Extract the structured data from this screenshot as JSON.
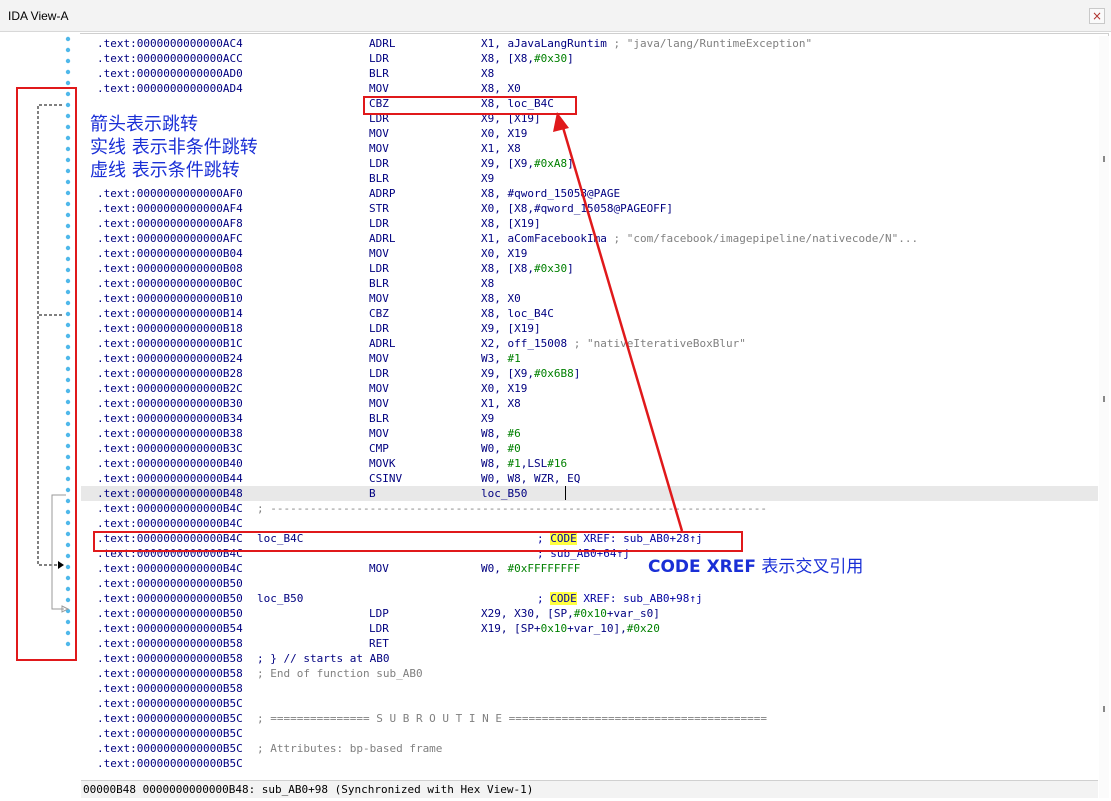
{
  "window": {
    "title": "IDA View-A",
    "close_glyph": "×"
  },
  "annotations": {
    "legend_line1": "箭头表示跳转",
    "legend_line2": "实线 表示非条件跳转",
    "legend_line3": "虚线 表示条件跳转",
    "xref_bold": "CODE XREF",
    "xref_rest": " 表示交叉引用",
    "accent_color": "#e0191b",
    "text_color": "#1a2fd6"
  },
  "listing": {
    "rows": [
      {
        "addr": ".text:0000000000000AC4",
        "mn": "ADRL",
        "op": "X1, aJavaLangRuntim",
        "cm": " ; \"java/lang/RuntimeException\""
      },
      {
        "addr": ".text:0000000000000ACC",
        "mn": "LDR",
        "op": "X8, [X8,#0x30]"
      },
      {
        "addr": ".text:0000000000000AD0",
        "mn": "BLR",
        "op": "X8"
      },
      {
        "addr": ".text:0000000000000AD4",
        "mn": "MOV",
        "op": "X8, X0"
      },
      {
        "addr": "",
        "mn": "CBZ",
        "op": "X8, loc_B4C"
      },
      {
        "addr": "",
        "mn": "LDR",
        "op": "X9, [X19]"
      },
      {
        "addr": "",
        "mn": "MOV",
        "op": "X0, X19"
      },
      {
        "addr": "",
        "mn": "MOV",
        "op": "X1, X8"
      },
      {
        "addr": "",
        "mn": "LDR",
        "op": "X9, [X9,#0xA8]"
      },
      {
        "addr": "",
        "mn": "BLR",
        "op": "X9"
      },
      {
        "addr": ".text:0000000000000AF0",
        "mn": "ADRP",
        "op": "X8, #qword_15058@PAGE"
      },
      {
        "addr": ".text:0000000000000AF4",
        "mn": "STR",
        "op": "X0, [X8,#qword_15058@PAGEOFF]"
      },
      {
        "addr": ".text:0000000000000AF8",
        "mn": "LDR",
        "op": "X8, [X19]"
      },
      {
        "addr": ".text:0000000000000AFC",
        "mn": "ADRL",
        "op": "X1, aComFacebookIma",
        "cm": " ; \"com/facebook/imagepipeline/nativecode/N\"..."
      },
      {
        "addr": ".text:0000000000000B04",
        "mn": "MOV",
        "op": "X0, X19"
      },
      {
        "addr": ".text:0000000000000B08",
        "mn": "LDR",
        "op": "X8, [X8,#0x30]"
      },
      {
        "addr": ".text:0000000000000B0C",
        "mn": "BLR",
        "op": "X8"
      },
      {
        "addr": ".text:0000000000000B10",
        "mn": "MOV",
        "op": "X8, X0"
      },
      {
        "addr": ".text:0000000000000B14",
        "mn": "CBZ",
        "op": "X8, loc_B4C"
      },
      {
        "addr": ".text:0000000000000B18",
        "mn": "LDR",
        "op": "X9, [X19]"
      },
      {
        "addr": ".text:0000000000000B1C",
        "mn": "ADRL",
        "op": "X2, off_15008",
        "cm": " ; \"nativeIterativeBoxBlur\""
      },
      {
        "addr": ".text:0000000000000B24",
        "mn": "MOV",
        "op": "W3, #1"
      },
      {
        "addr": ".text:0000000000000B28",
        "mn": "LDR",
        "op": "X9, [X9,#0x6B8]"
      },
      {
        "addr": ".text:0000000000000B2C",
        "mn": "MOV",
        "op": "X0, X19"
      },
      {
        "addr": ".text:0000000000000B30",
        "mn": "MOV",
        "op": "X1, X8"
      },
      {
        "addr": ".text:0000000000000B34",
        "mn": "BLR",
        "op": "X9"
      },
      {
        "addr": ".text:0000000000000B38",
        "mn": "MOV",
        "op": "W8, #6"
      },
      {
        "addr": ".text:0000000000000B3C",
        "mn": "CMP",
        "op": "W0, #0"
      },
      {
        "addr": ".text:0000000000000B40",
        "mn": "MOVK",
        "op": "W8, #1,LSL#16"
      },
      {
        "addr": ".text:0000000000000B44",
        "mn": "CSINV",
        "op": "W0, W8, WZR, EQ"
      },
      {
        "addr": ".text:0000000000000B48",
        "mn": "B",
        "op": "loc_B50",
        "hl": true
      },
      {
        "addr": ".text:0000000000000B4C",
        "sep": "; ---------------------------------------------------------------------------"
      },
      {
        "addr": ".text:0000000000000B4C"
      },
      {
        "addr": ".text:0000000000000B4C",
        "label": "loc_B4C",
        "xref": "; CODE XREF: sub_AB0+28↑j"
      },
      {
        "addr": ".text:0000000000000B4C",
        "xref2": "; sub_AB0+64↑j"
      },
      {
        "addr": ".text:0000000000000B4C",
        "mn": "MOV",
        "op": "W0, #0xFFFFFFFF"
      },
      {
        "addr": ".text:0000000000000B50"
      },
      {
        "addr": ".text:0000000000000B50",
        "label": "loc_B50",
        "xref": "; CODE XREF: sub_AB0+98↑j"
      },
      {
        "addr": ".text:0000000000000B50",
        "mn": "LDP",
        "op": "X29, X30, [SP,#0x10+var_s0]"
      },
      {
        "addr": ".text:0000000000000B54",
        "mn": "LDR",
        "op": "X19, [SP+0x10+var_10],#0x20"
      },
      {
        "addr": ".text:0000000000000B58",
        "mn": "RET"
      },
      {
        "addr": ".text:0000000000000B58",
        "sep": "; } // starts at AB0",
        "sepdark": true
      },
      {
        "addr": ".text:0000000000000B58",
        "sep": "; End of function sub_AB0"
      },
      {
        "addr": ".text:0000000000000B58"
      },
      {
        "addr": ".text:0000000000000B5C"
      },
      {
        "addr": ".text:0000000000000B5C",
        "sep": "; =============== S U B R O U T I N E ======================================="
      },
      {
        "addr": ".text:0000000000000B5C"
      },
      {
        "addr": ".text:0000000000000B5C",
        "sep": "; Attributes: bp-based frame"
      },
      {
        "addr": ".text:0000000000000B5C"
      }
    ]
  },
  "status": {
    "text": "00000B48 0000000000000B48: sub_AB0+98 (Synchronized with Hex View-1)"
  }
}
